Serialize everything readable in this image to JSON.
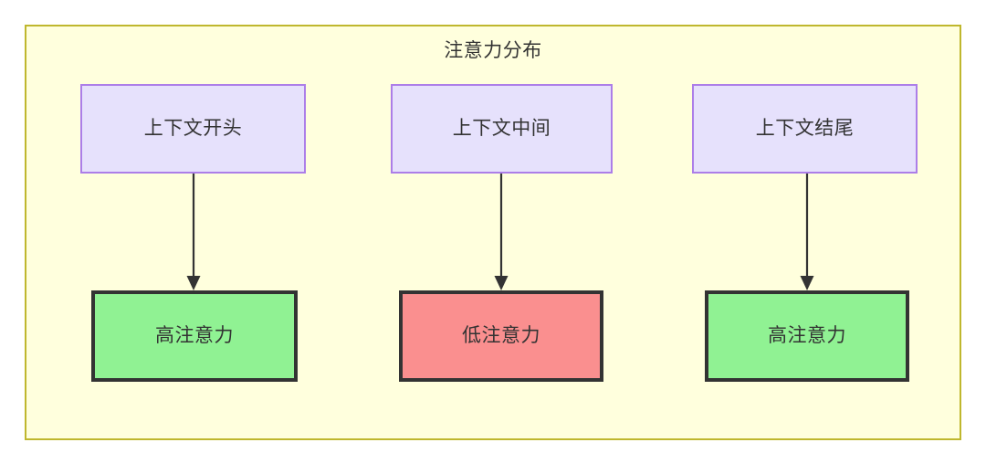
{
  "diagram": {
    "title": "注意力分布",
    "container": {
      "background_color": "#ffffdd",
      "border_color": "#bfb72e"
    },
    "nodes": [
      {
        "id": "ctx-start",
        "label": "上下文开头",
        "row": "top",
        "fill_color": "#e6e1fc",
        "border_color": "#ac7ee8"
      },
      {
        "id": "ctx-middle",
        "label": "上下文中间",
        "row": "top",
        "fill_color": "#e6e1fc",
        "border_color": "#ac7ee8"
      },
      {
        "id": "ctx-end",
        "label": "上下文结尾",
        "row": "top",
        "fill_color": "#e6e1fc",
        "border_color": "#ac7ee8"
      },
      {
        "id": "attn-start",
        "label": "高注意力",
        "row": "bottom",
        "fill_color": "#90f293",
        "border_color": "#333333"
      },
      {
        "id": "attn-middle",
        "label": "低注意力",
        "row": "bottom",
        "fill_color": "#fa8f8f",
        "border_color": "#333333"
      },
      {
        "id": "attn-end",
        "label": "高注意力",
        "row": "bottom",
        "fill_color": "#90f293",
        "border_color": "#333333"
      }
    ],
    "edges": [
      {
        "from": "ctx-start",
        "to": "attn-start",
        "style": "solid-arrow",
        "color": "#333333"
      },
      {
        "from": "ctx-middle",
        "to": "attn-middle",
        "style": "solid-arrow",
        "color": "#333333"
      },
      {
        "from": "ctx-end",
        "to": "attn-end",
        "style": "solid-arrow",
        "color": "#333333"
      }
    ]
  }
}
